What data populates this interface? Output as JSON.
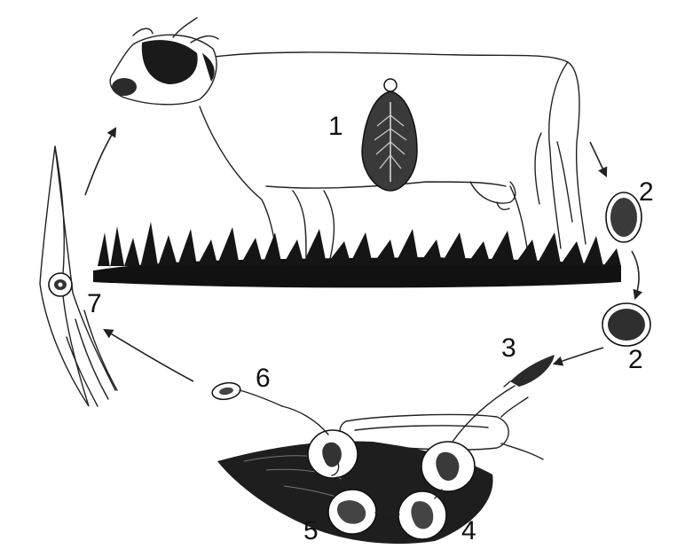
{
  "labels": {
    "adult_fluke": "1",
    "egg_top": "2",
    "egg_bottom": "2",
    "miracidium": "3",
    "redia": "4",
    "cercaria_stage": "5",
    "free_cercaria": "6",
    "metacercaria": "7"
  },
  "colors": {
    "ink": "#222222",
    "paper": "#ffffff",
    "dark": "#1a1a1a",
    "grass": "#111111"
  }
}
